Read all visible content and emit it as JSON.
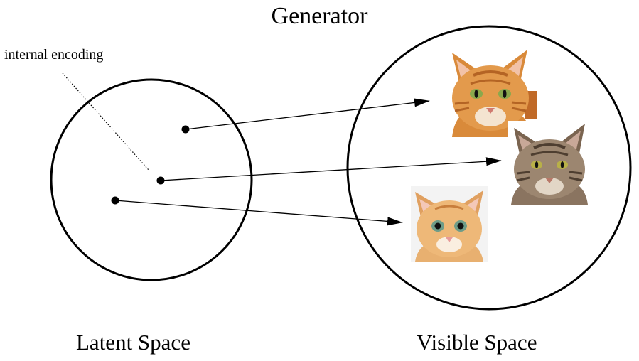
{
  "diagram": {
    "title": "Generator",
    "annotation": "internal encoding",
    "latent_label": "Latent Space",
    "visible_label": "Visible Space",
    "cat_images": [
      {
        "icon": "orange-tabby-cat-photo"
      },
      {
        "icon": "brown-tabby-cat-photo"
      },
      {
        "icon": "ginger-kitten-photo"
      }
    ]
  }
}
